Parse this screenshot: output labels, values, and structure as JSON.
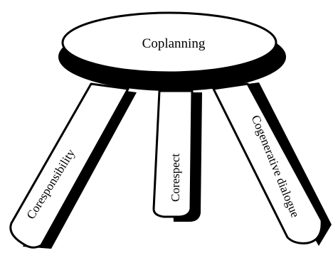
{
  "diagram": {
    "seat_label": "Coplanning",
    "legs": {
      "left": "Coresponsibility",
      "middle": "Corespect",
      "right": "Cogenerative dialogue"
    }
  },
  "colors": {
    "outline": "#000000",
    "fill": "#ffffff",
    "shadow": "#000000"
  }
}
